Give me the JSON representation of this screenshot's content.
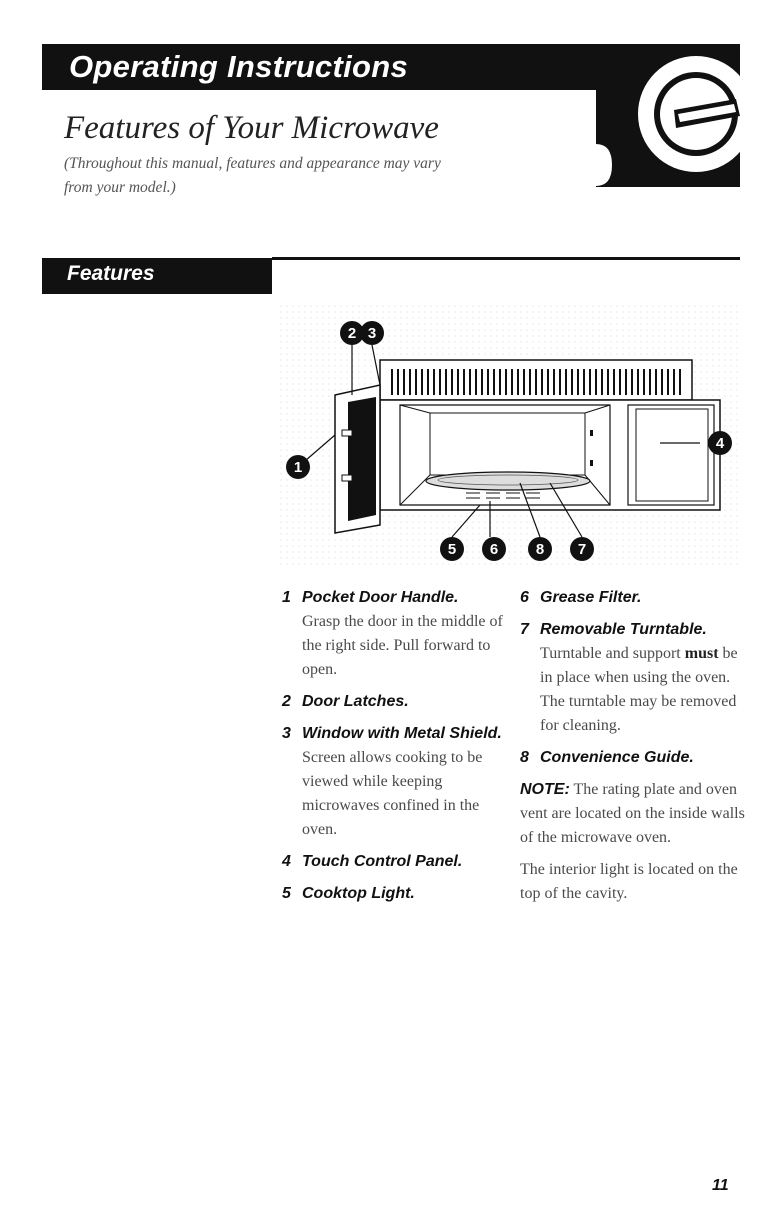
{
  "header": {
    "title": "Operating Instructions"
  },
  "section": {
    "title": "Features of Your Microwave",
    "subtitle": "(Throughout this manual, features and appearance may vary from your model.)"
  },
  "features_heading": "Features",
  "diagram_numbers": [
    "2",
    "3",
    "1",
    "4",
    "5",
    "6",
    "8",
    "7"
  ],
  "items": [
    {
      "num": "1",
      "title": "Pocket Door Handle.",
      "text": "Grasp the door in the middle of the right side. Pull forward to open."
    },
    {
      "num": "2",
      "title": "Door Latches.",
      "text": ""
    },
    {
      "num": "3",
      "title": "Window with Metal Shield.",
      "text": "Screen allows cooking to be viewed while keeping microwaves confined in the oven."
    },
    {
      "num": "4",
      "title": "Touch Control Panel.",
      "text": ""
    },
    {
      "num": "5",
      "title": "Cooktop Light.",
      "text": ""
    },
    {
      "num": "6",
      "title": "Grease Filter.",
      "text": ""
    },
    {
      "num": "7",
      "title": "Removable Turntable.",
      "text_pre": "Turntable and support",
      "text_bold": "must",
      "text_post": "be in place when using the oven. The turntable may be removed for cleaning."
    },
    {
      "num": "8",
      "title": "Convenience Guide.",
      "text": ""
    }
  ],
  "note": {
    "label": "NOTE:",
    "text": "The rating plate and oven vent are located on the inside walls of the microwave oven."
  },
  "interior_text": "The interior light is located on the top of the cavity.",
  "page_number": "11"
}
